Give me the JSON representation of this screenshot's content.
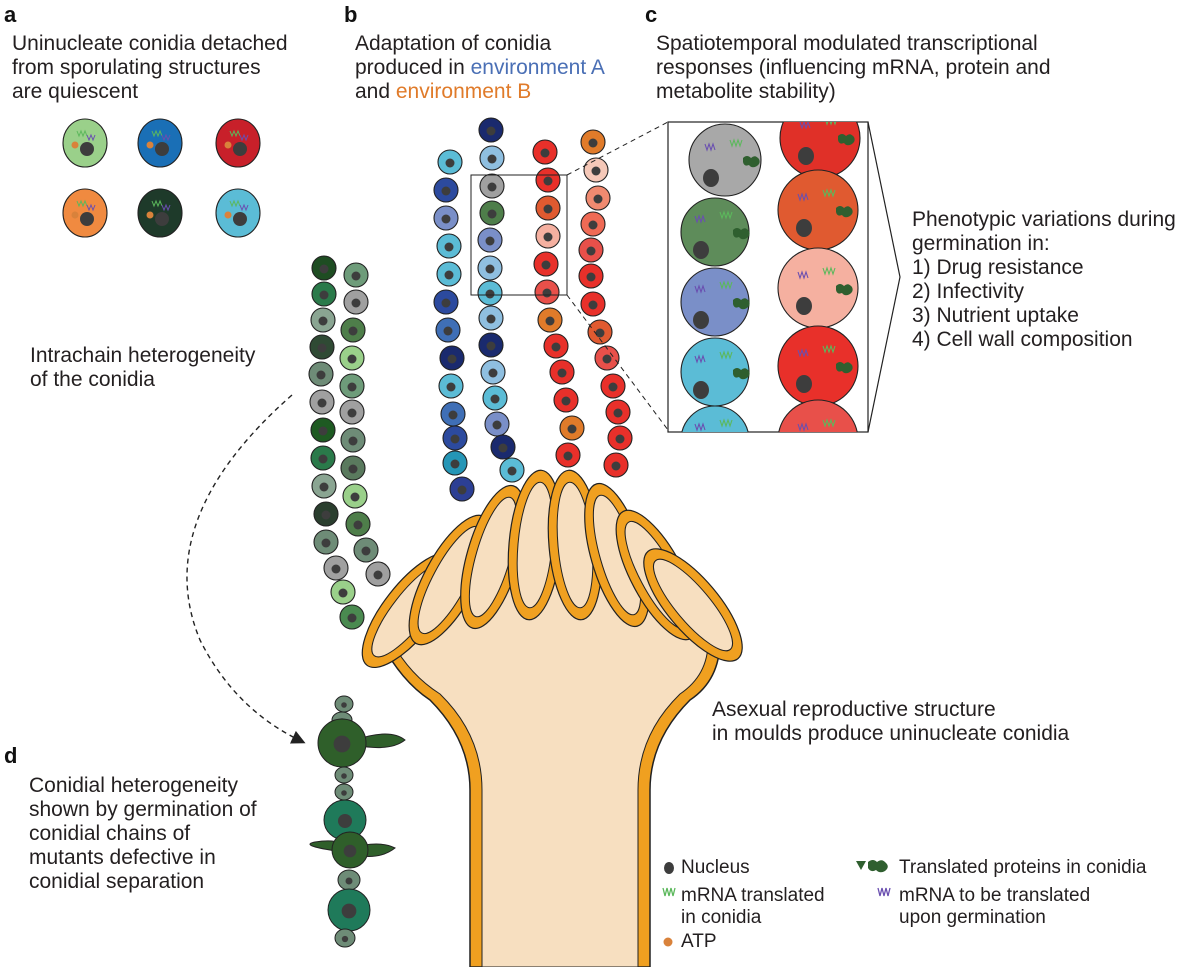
{
  "panels": {
    "a": {
      "letter": "a",
      "lines": [
        "Uninucleate conidia detached",
        "from sporulating structures",
        "are quiescent"
      ]
    },
    "b": {
      "letter": "b",
      "line1": "Adaptation of conidia",
      "line2_prefix": "produced in ",
      "env_a": "environment A",
      "line3_prefix": "and ",
      "env_b": "environment B"
    },
    "c": {
      "letter": "c",
      "lines": [
        "Spatiotemporal modulated transcriptional",
        "responses (influencing mRNA, protein and",
        "metabolite stability)"
      ]
    },
    "d": {
      "letter": "d",
      "lines": [
        "Conidial heterogeneity",
        "shown by germination of",
        "conidial chains of",
        "mutants defective in",
        "conidial separation"
      ]
    }
  },
  "labels": {
    "intrachain": [
      "Intrachain heterogeneity",
      "of the conidia"
    ],
    "phenotypic_heading": [
      "Phenotypic variations during",
      "germination in:"
    ],
    "phenotypic_items": [
      "1) Drug resistance",
      "2) Infectivity",
      "3) Nutrient uptake",
      "4) Cell wall composition"
    ],
    "asexual": [
      "Asexual reproductive structure",
      "in moulds produce uninucleate conidia"
    ]
  },
  "legend": {
    "nucleus": "Nucleus",
    "mrna_translated": [
      "mRNA translated",
      "in conidia"
    ],
    "atp": "ATP",
    "translated_proteins": "Translated proteins in conidia",
    "mrna_to_translate": [
      "mRNA to be translated",
      "upon germination"
    ]
  },
  "colors": {
    "env_a": "#4a6fb5",
    "env_b": "#e07b2a",
    "nucleus": "#3d3d3d",
    "atp": "#d9823b",
    "mrna_green": "#5cb85c",
    "mrna_purple": "#6a4fb0",
    "protein": "#2f5f2f",
    "sterigma_outer": "#f0a020",
    "sterigma_inner": "#f9e3c4",
    "vesicle": "#f7dfc0"
  }
}
